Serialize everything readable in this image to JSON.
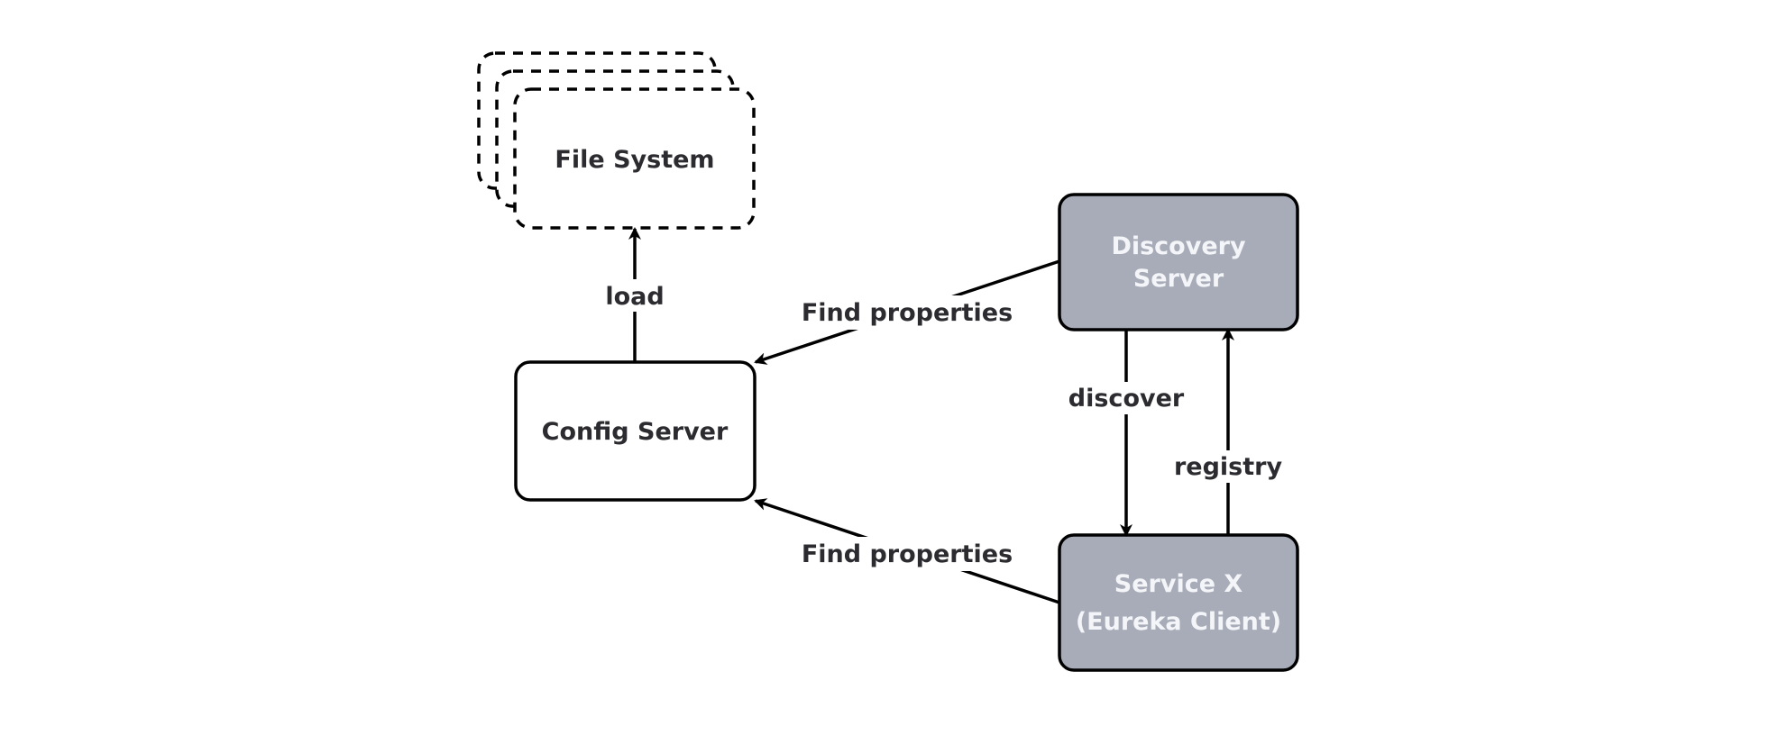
{
  "diagram": {
    "colors": {
      "stroke": "#000000",
      "text_dark": "#2c2c30",
      "text_light": "#f4f5f8",
      "node_fill_gray": "#a7acb8",
      "node_fill_white": "#ffffff"
    },
    "nodes": {
      "file_system": {
        "label": "File System",
        "style": "dashed-stack"
      },
      "config_server": {
        "label": "Config Server",
        "style": "white"
      },
      "discovery_server": {
        "label_line1": "Discovery",
        "label_line2": "Server",
        "style": "gray"
      },
      "service_x": {
        "label_line1": "Service X",
        "label_line2": "(Eureka Client)",
        "style": "gray"
      }
    },
    "edges": {
      "load": {
        "label": "load",
        "from": "Config Server",
        "to": "File System"
      },
      "find_properties_discovery": {
        "label": "Find properties",
        "from": "Discovery Server",
        "to": "Config Server"
      },
      "find_properties_service": {
        "label": "Find properties",
        "from": "Service X (Eureka Client)",
        "to": "Config Server"
      },
      "discover": {
        "label": "discover",
        "from": "Discovery Server",
        "to": "Service X (Eureka Client)"
      },
      "registry": {
        "label": "registry",
        "from": "Service X (Eureka Client)",
        "to": "Discovery Server"
      }
    }
  }
}
